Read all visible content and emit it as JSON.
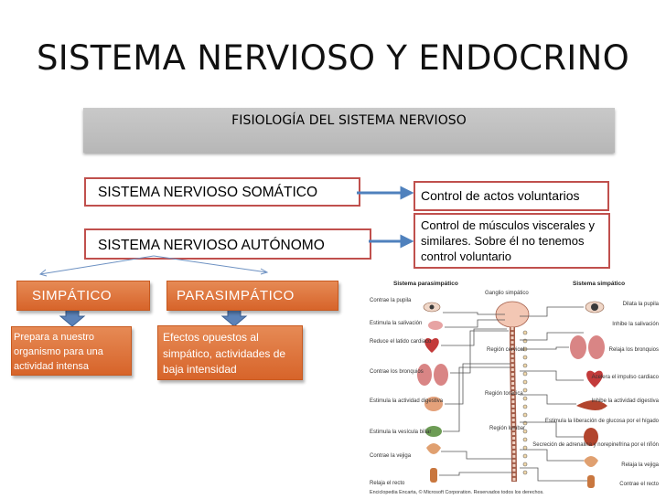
{
  "title": "SISTEMA NERVIOSO Y ENDOCRINO",
  "banner": "FISIOLOGÍA DEL SISTEMA NERVIOSO",
  "somatic": {
    "label": "SISTEMA NERVIOSO SOMÁTICO",
    "description": "Control de actos voluntarios"
  },
  "autonomic": {
    "label": "SISTEMA NERVIOSO AUTÓNOMO",
    "description": "Control de músculos viscerales y similares. Sobre él no tenemos control voluntario"
  },
  "branches": {
    "sympathetic": {
      "label": "SIMPÁTICO",
      "description": "Prepara a nuestro organismo para una actividad intensa"
    },
    "parasympathetic": {
      "label": "PARASIMPÁTICO",
      "description": "Efectos opuestos al simpático, actividades de baja intensidad"
    }
  },
  "illustration": {
    "heading_left": "Sistema parasimpático",
    "heading_right": "Sistema simpático",
    "ganglion": "Ganglio simpático",
    "regions": [
      "Región cervical",
      "Región torácica",
      "Región lumbar"
    ],
    "left_labels": [
      "Contrae la pupila",
      "Estimula la salivación",
      "Reduce el latido cardiaco",
      "Contrae los bronquios",
      "Estimula la actividad digestiva",
      "Estimula la vesícula biliar",
      "Contrae la vejiga",
      "Relaja el recto"
    ],
    "right_labels": [
      "Dilata la pupila",
      "Inhibe la salivación",
      "Relaja los bronquios",
      "Acelera el impulso cardiaco",
      "Inhibe la actividad digestiva",
      "Estimula la liberación de glucosa por el hígado",
      "Secreción de adrenalina y norepinefrina por el riñón",
      "Relaja la vejiga",
      "Contrae el recto"
    ],
    "credit": "Enciclopedia Encarta, © Microsoft Corporation. Reservados todos los derechos."
  },
  "colors": {
    "accent_orange": "#d7642a",
    "box_border": "#c0504d",
    "arrow_blue": "#4f81bd",
    "banner_gray": "#bfbfbf"
  }
}
